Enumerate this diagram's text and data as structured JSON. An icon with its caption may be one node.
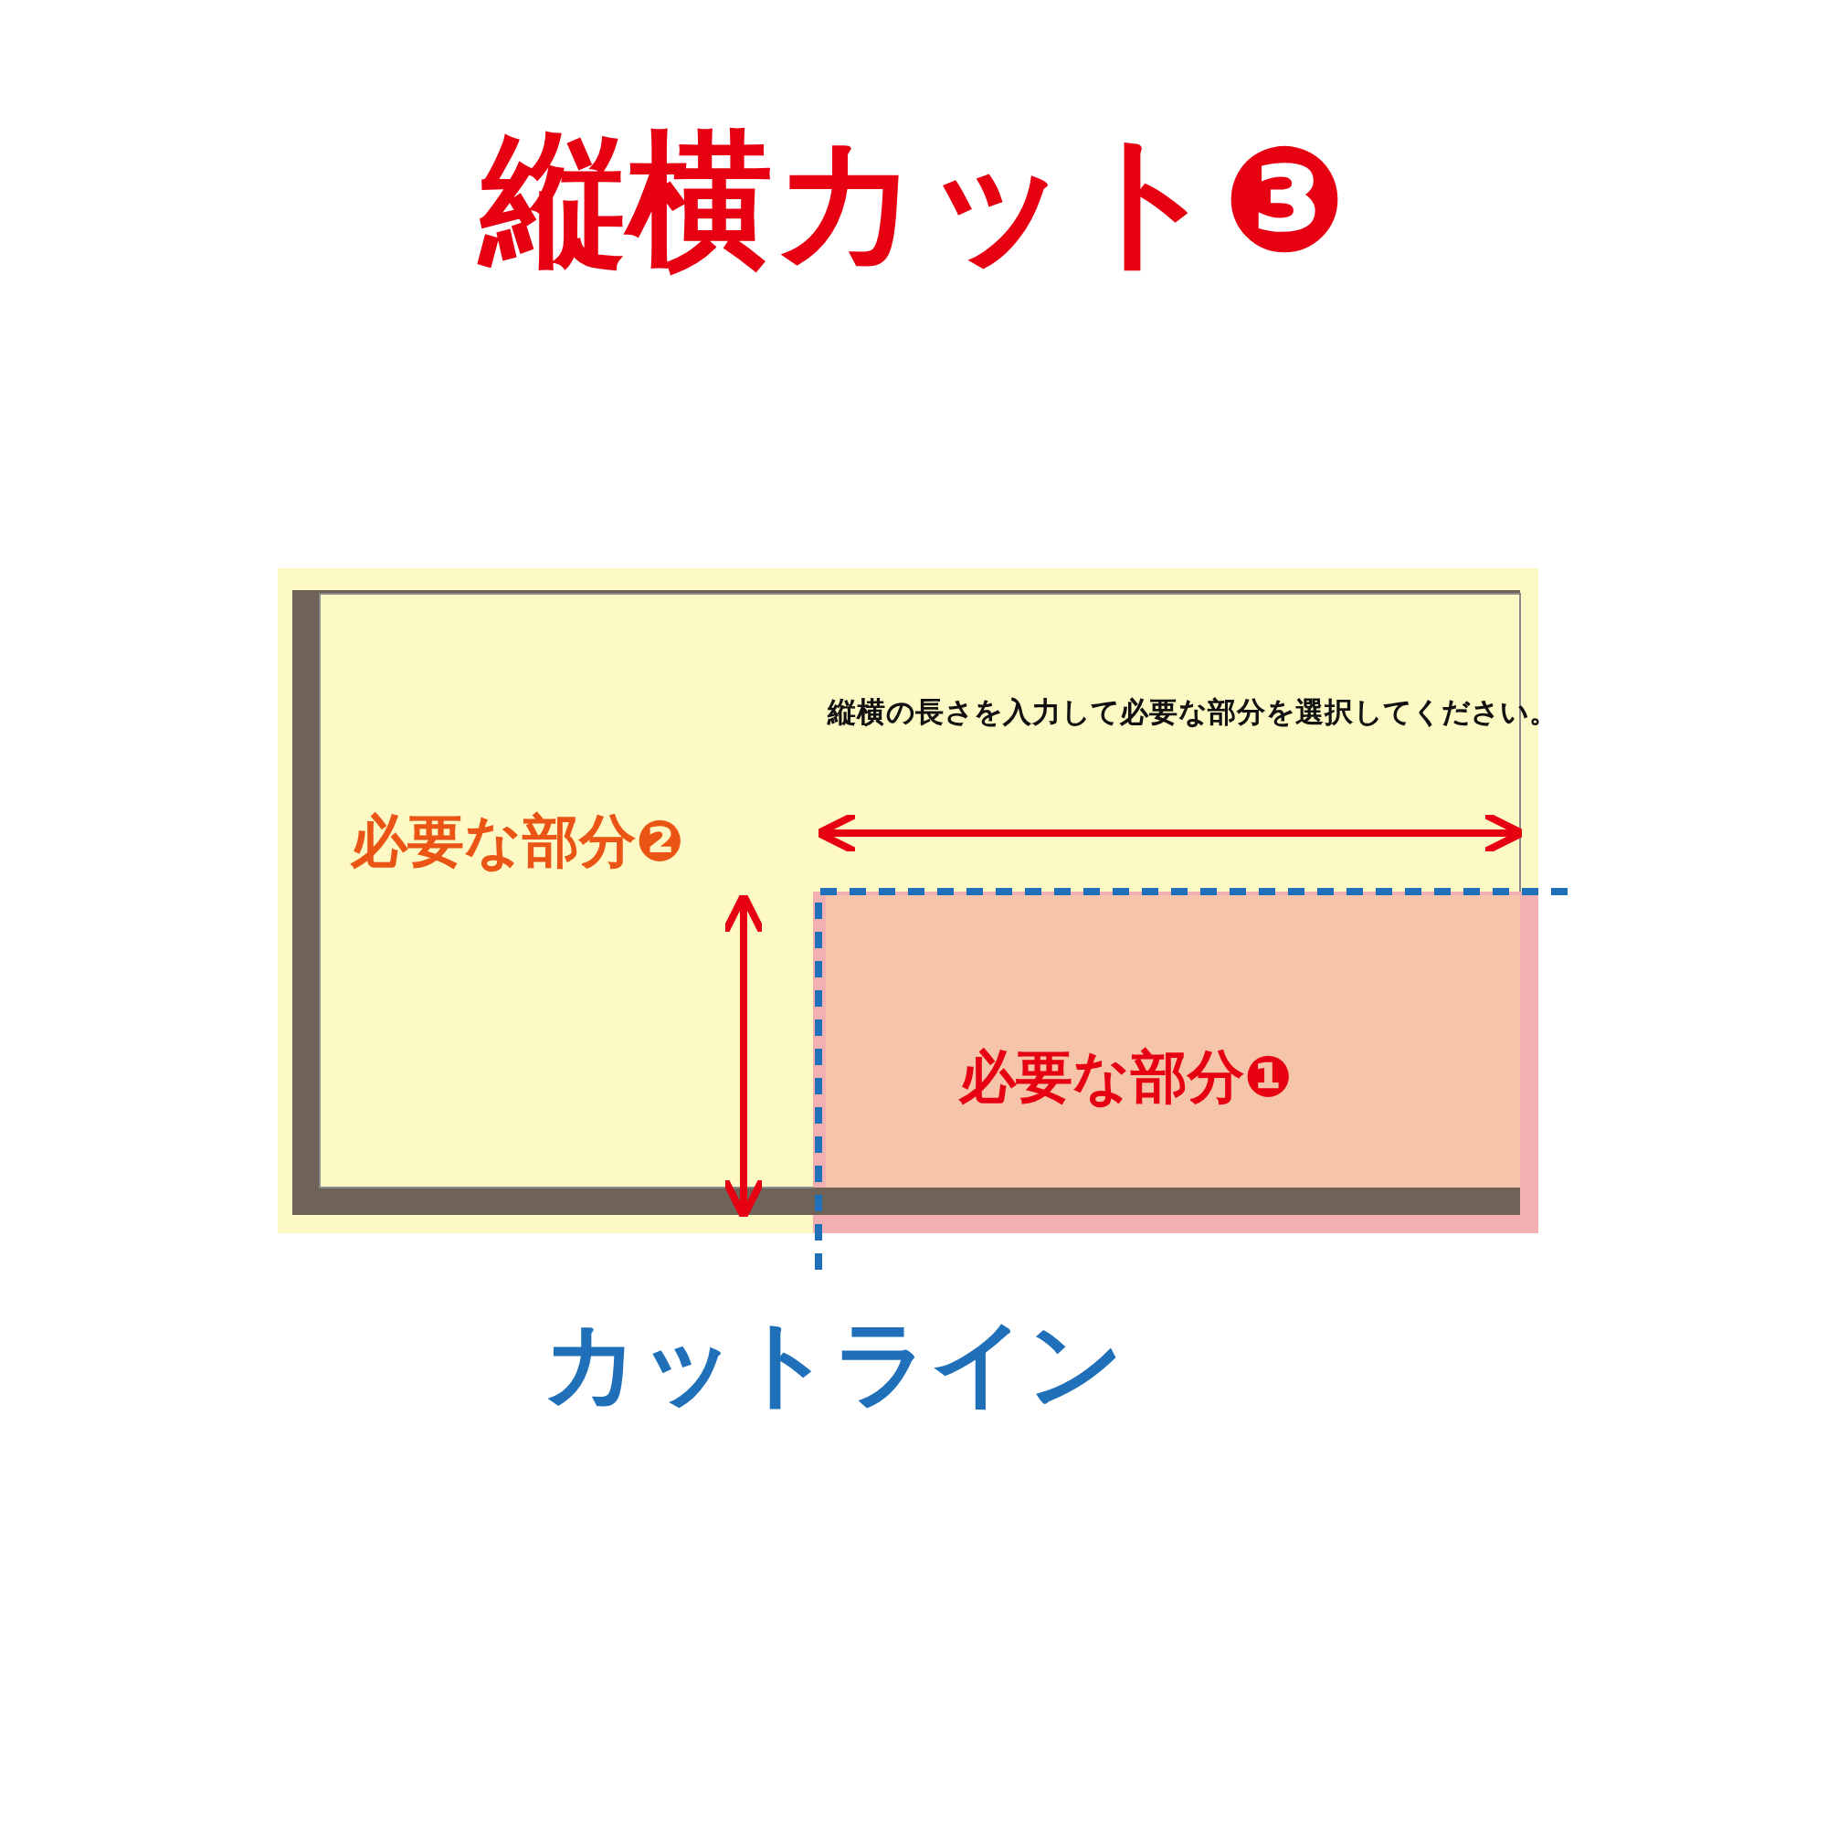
{
  "diagram": {
    "title": "縦横カット❸",
    "nodes": [
      {
        "text": [
          "必要な部分❷"
        ]
      },
      {
        "text": [
          "必要な部分❶"
        ],
        "in": 0
      }
    ],
    "labels": [
      "縦横の長さを入力して必要な部分を選択してください。",
      "カットライン"
    ]
  }
}
